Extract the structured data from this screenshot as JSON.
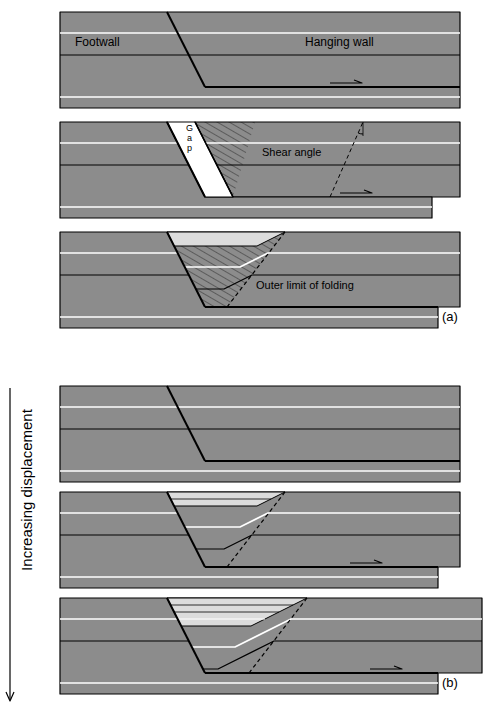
{
  "diagram": {
    "labels": [
      "Footwall",
      "Hanging wall",
      "Gap",
      "Shear angle",
      "Outer limit of folding",
      "(a)",
      "Increasing displacement",
      "(b)"
    ]
  }
}
